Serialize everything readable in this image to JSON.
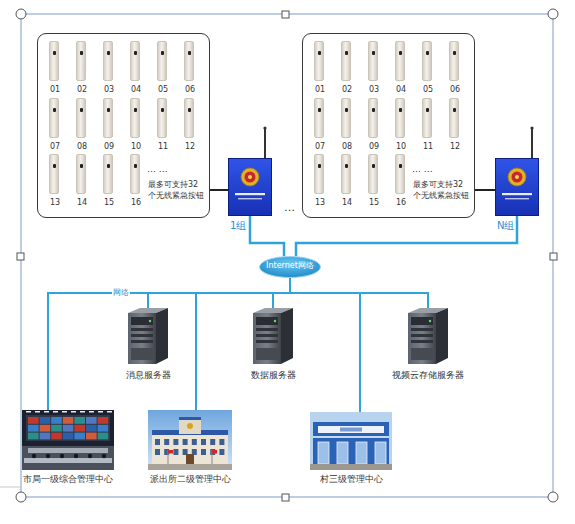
{
  "diagram": {
    "nodes": [
      {
        "text": [
          "最多可支持32个无线紧急按钮"
        ]
      },
      {
        "text": [
          "01"
        ],
        "in": 0
      },
      {
        "text": [
          "02"
        ],
        "in": 0
      },
      {
        "text": [
          "03"
        ],
        "in": 0
      },
      {
        "text": [
          "04"
        ],
        "in": 0
      },
      {
        "text": [
          "05"
        ],
        "in": 0
      },
      {
        "text": [
          "06"
        ],
        "in": 0
      },
      {
        "text": [
          "07"
        ],
        "in": 0
      },
      {
        "text": [
          "08"
        ],
        "in": 0
      },
      {
        "text": [
          "09"
        ],
        "in": 0
      },
      {
        "text": [
          "10"
        ],
        "in": 0
      },
      {
        "text": [
          "11"
        ],
        "in": 0
      },
      {
        "text": [
          "12"
        ],
        "in": 0
      },
      {
        "text": [
          "13"
        ],
        "in": 0
      },
      {
        "text": [
          "14"
        ],
        "in": 0
      },
      {
        "text": [
          "15"
        ],
        "in": 0
      },
      {
        "text": [
          "16"
        ],
        "in": 0
      },
      {
        "text": [
          "1组"
        ]
      },
      {
        "text": [
          "最多可支持32个无线紧急按钮"
        ]
      },
      {
        "text": [
          "01"
        ],
        "in": 18
      },
      {
        "text": [
          "02"
        ],
        "in": 18
      },
      {
        "text": [
          "03"
        ],
        "in": 18
      },
      {
        "text": [
          "04"
        ],
        "in": 18
      },
      {
        "text": [
          "05"
        ],
        "in": 18
      },
      {
        "text": [
          "06"
        ],
        "in": 18
      },
      {
        "text": [
          "07"
        ],
        "in": 18
      },
      {
        "text": [
          "08"
        ],
        "in": 18
      },
      {
        "text": [
          "09"
        ],
        "in": 18
      },
      {
        "text": [
          "10"
        ],
        "in": 18
      },
      {
        "text": [
          "11"
        ],
        "in": 18
      },
      {
        "text": [
          "12"
        ],
        "in": 18
      },
      {
        "text": [
          "13"
        ],
        "in": 18
      },
      {
        "text": [
          "14"
        ],
        "in": 18
      },
      {
        "text": [
          "15"
        ],
        "in": 18
      },
      {
        "text": [
          "16"
        ],
        "in": 18
      },
      {
        "text": [
          "N组"
        ]
      },
      {
        "text": [
          "Internet网络"
        ]
      },
      {
        "text": [
          "消息服务器"
        ]
      },
      {
        "text": [
          "数据服务器"
        ]
      },
      {
        "text": [
          "视频云存储服务器"
        ]
      },
      {
        "text": [
          "市局一级综合管理中心"
        ]
      },
      {
        "text": [
          "派出所二级管理中心"
        ]
      },
      {
        "text": [
          "村三级管理中心"
        ]
      }
    ],
    "edges": [
      {
        "from": 0,
        "to": 17,
        "arrow": "none"
      },
      {
        "from": 18,
        "to": 35,
        "arrow": "none"
      },
      {
        "from": 17,
        "to": 36,
        "arrow": "none"
      },
      {
        "from": 35,
        "to": 36,
        "arrow": "none"
      },
      {
        "from": 36,
        "to": 40,
        "label": "网络",
        "arrow": "none"
      },
      {
        "from": 36,
        "to": 37,
        "arrow": "none"
      },
      {
        "from": 36,
        "to": 41,
        "arrow": "none"
      },
      {
        "from": 36,
        "to": 38,
        "arrow": "none"
      },
      {
        "from": 36,
        "to": 42,
        "arrow": "none"
      },
      {
        "from": 36,
        "to": 39,
        "arrow": "none"
      }
    ],
    "labels": [
      "… …",
      "… …",
      "…"
    ]
  }
}
